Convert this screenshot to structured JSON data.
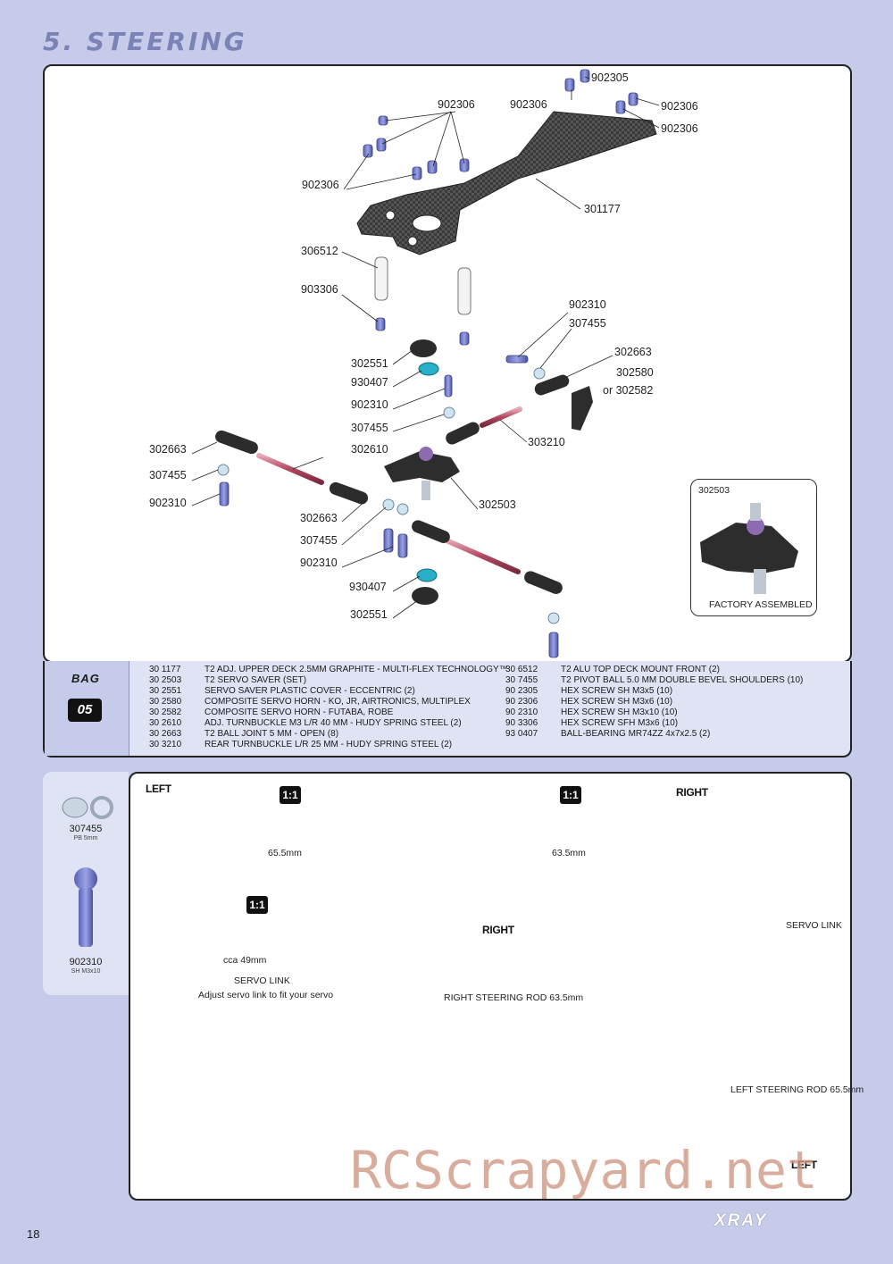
{
  "page": {
    "title": "5. STEERING",
    "page_number": "18",
    "brand": "XRAY",
    "watermark": "RCScrapyard.net"
  },
  "callouts": {
    "c902305": "902305",
    "c902306_a": "902306",
    "c902306_b": "902306",
    "c902306_c": "902306",
    "c902306_d": "902306",
    "c902306_e": "902306",
    "c301177": "301177",
    "c306512": "306512",
    "c903306": "903306",
    "c902310_a": "902310",
    "c307455_a": "307455",
    "c302663_a": "302663",
    "c302580": "302580",
    "c302582": "or 302582",
    "c302551_a": "302551",
    "c930407_a": "930407",
    "c902310_b": "902310",
    "c307455_b": "307455",
    "c303210": "303210",
    "c302663_b": "302663",
    "c302610": "302610",
    "c307455_c": "307455",
    "c902310_c": "902310",
    "c302503": "302503",
    "c302663_c": "302663",
    "c307455_d": "307455",
    "c902310_d": "902310",
    "c930407_b": "930407",
    "c302551_b": "302551"
  },
  "inset": {
    "code": "302503",
    "caption": "FACTORY ASSEMBLED"
  },
  "bag": {
    "label": "BAG",
    "number": "05"
  },
  "parts_left": [
    {
      "code": "30 1177",
      "desc": "T2 ADJ. UPPER DECK 2.5MM GRAPHITE - MULTI-FLEX TECHNOLOGY™"
    },
    {
      "code": "30 2503",
      "desc": "T2 SERVO SAVER (SET)"
    },
    {
      "code": "30 2551",
      "desc": "SERVO SAVER PLASTIC COVER - ECCENTRIC (2)"
    },
    {
      "code": "30 2580",
      "desc": "COMPOSITE SERVO HORN - KO, JR, AIRTRONICS, MULTIPLEX"
    },
    {
      "code": "30 2582",
      "desc": "COMPOSITE SERVO HORN - FUTABA, ROBE"
    },
    {
      "code": "30 2610",
      "desc": "ADJ. TURNBUCKLE M3 L/R 40 MM - HUDY SPRING STEEL (2)"
    },
    {
      "code": "30 2663",
      "desc": "T2 BALL JOINT 5 MM - OPEN (8)"
    },
    {
      "code": "30 3210",
      "desc": "REAR TURNBUCKLE L/R 25 MM - HUDY SPRING STEEL (2)"
    }
  ],
  "parts_right": [
    {
      "code": "30 6512",
      "desc": "T2 ALU TOP DECK MOUNT FRONT (2)"
    },
    {
      "code": "30 7455",
      "desc": "T2 PIVOT BALL 5.0 MM DOUBLE BEVEL SHOULDERS (10)"
    },
    {
      "code": "",
      "desc": ""
    },
    {
      "code": "90 2305",
      "desc": "HEX SCREW SH M3x5  (10)"
    },
    {
      "code": "90 2306",
      "desc": "HEX SCREW SH M3x6  (10)"
    },
    {
      "code": "90 2310",
      "desc": "HEX SCREW SH M3x10  (10)"
    },
    {
      "code": "90 3306",
      "desc": "HEX SCREW SFH M3x6  (10)"
    },
    {
      "code": "93 0407",
      "desc": "BALL-BEARING MR74ZZ 4x7x2.5  (2)"
    }
  ],
  "sidebar": {
    "ball_code": "307455",
    "ball_sub": "PB 5mm",
    "screw_code": "902310",
    "screw_sub": "SH M3x10"
  },
  "bottom": {
    "left": "LEFT",
    "right": "RIGHT",
    "scale": "1:1",
    "len_left": "65.5mm",
    "len_right": "63.5mm",
    "len_servo": "cca 49mm",
    "servo_link": "SERVO LINK",
    "servo_note": "Adjust servo link to fit your servo",
    "right_rod": "RIGHT STEERING ROD 63.5mm",
    "left_rod": "LEFT STEERING ROD 65.5mm",
    "servo_link_2": "SERVO LINK",
    "right_2": "RIGHT",
    "left_2": "LEFT"
  }
}
